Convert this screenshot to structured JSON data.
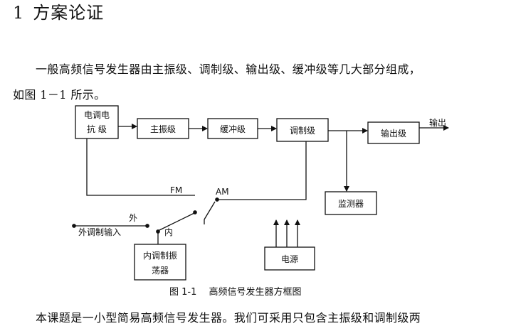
{
  "heading": {
    "number": "1",
    "title": "方案论证"
  },
  "paragraph1_line1": "一般高频信号发生器由主振级、调制级、输出级、缓冲级等几大部分组成，",
  "paragraph1_line2": "如图 1－1 所示。",
  "diagram": {
    "blocks": {
      "reactance_line1": "电调电",
      "reactance_line2": "抗 级",
      "main_osc": "主振级",
      "buffer": "缓冲级",
      "modulator": "调制级",
      "output": "输出级",
      "monitor": "监测器",
      "internal_osc_line1": "内调制振",
      "internal_osc_line2": "荡器",
      "power": "电源"
    },
    "labels": {
      "output_arrow": "输出",
      "fm": "FM",
      "am": "AM",
      "external": "外",
      "external_input": "外调制输入",
      "internal": "内"
    }
  },
  "caption": "图 1-1　 高频信号发生器方框图",
  "paragraph2": "本课题是一小型简易高频信号发生器。我们可采用只包含主振级和调制级两"
}
